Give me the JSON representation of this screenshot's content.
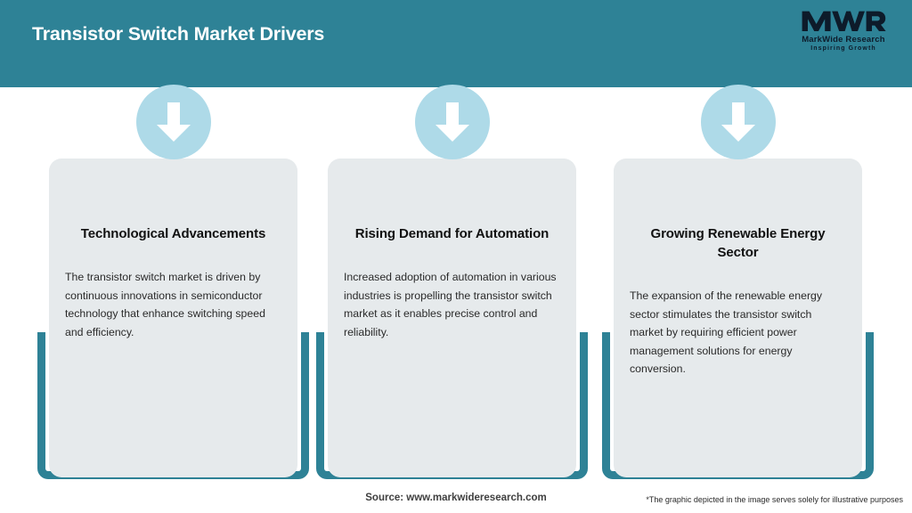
{
  "header": {
    "title": "Transistor Switch Market Drivers",
    "background_color": "#2e8296",
    "title_color": "#ffffff"
  },
  "logo": {
    "mark": "MWR",
    "name": "MarkWide Research",
    "tagline": "Inspiring Growth",
    "color": "#0d1b2a"
  },
  "cards": [
    {
      "icon": "down-arrow-icon",
      "title": "Technological Advancements",
      "body": "The transistor switch market is driven by continuous innovations in semiconductor technology that enhance switching speed and efficiency."
    },
    {
      "icon": "down-arrow-icon",
      "title": "Rising Demand for Automation",
      "body": "Increased adoption of automation in various industries is propelling the transistor switch market as it enables precise control and reliability."
    },
    {
      "icon": "down-arrow-icon",
      "title": "Growing Renewable Energy Sector",
      "body": "The expansion of the renewable energy sector stimulates the transistor switch market by requiring efficient power management solutions for energy conversion."
    }
  ],
  "footer": {
    "source": "Source: www.markwideresearch.com",
    "disclaimer": "*The graphic depicted in the image serves solely for illustrative purposes"
  },
  "colors": {
    "accent_teal": "#2e8296",
    "icon_circle": "#aedae8",
    "card_surface": "#e6eaec"
  }
}
